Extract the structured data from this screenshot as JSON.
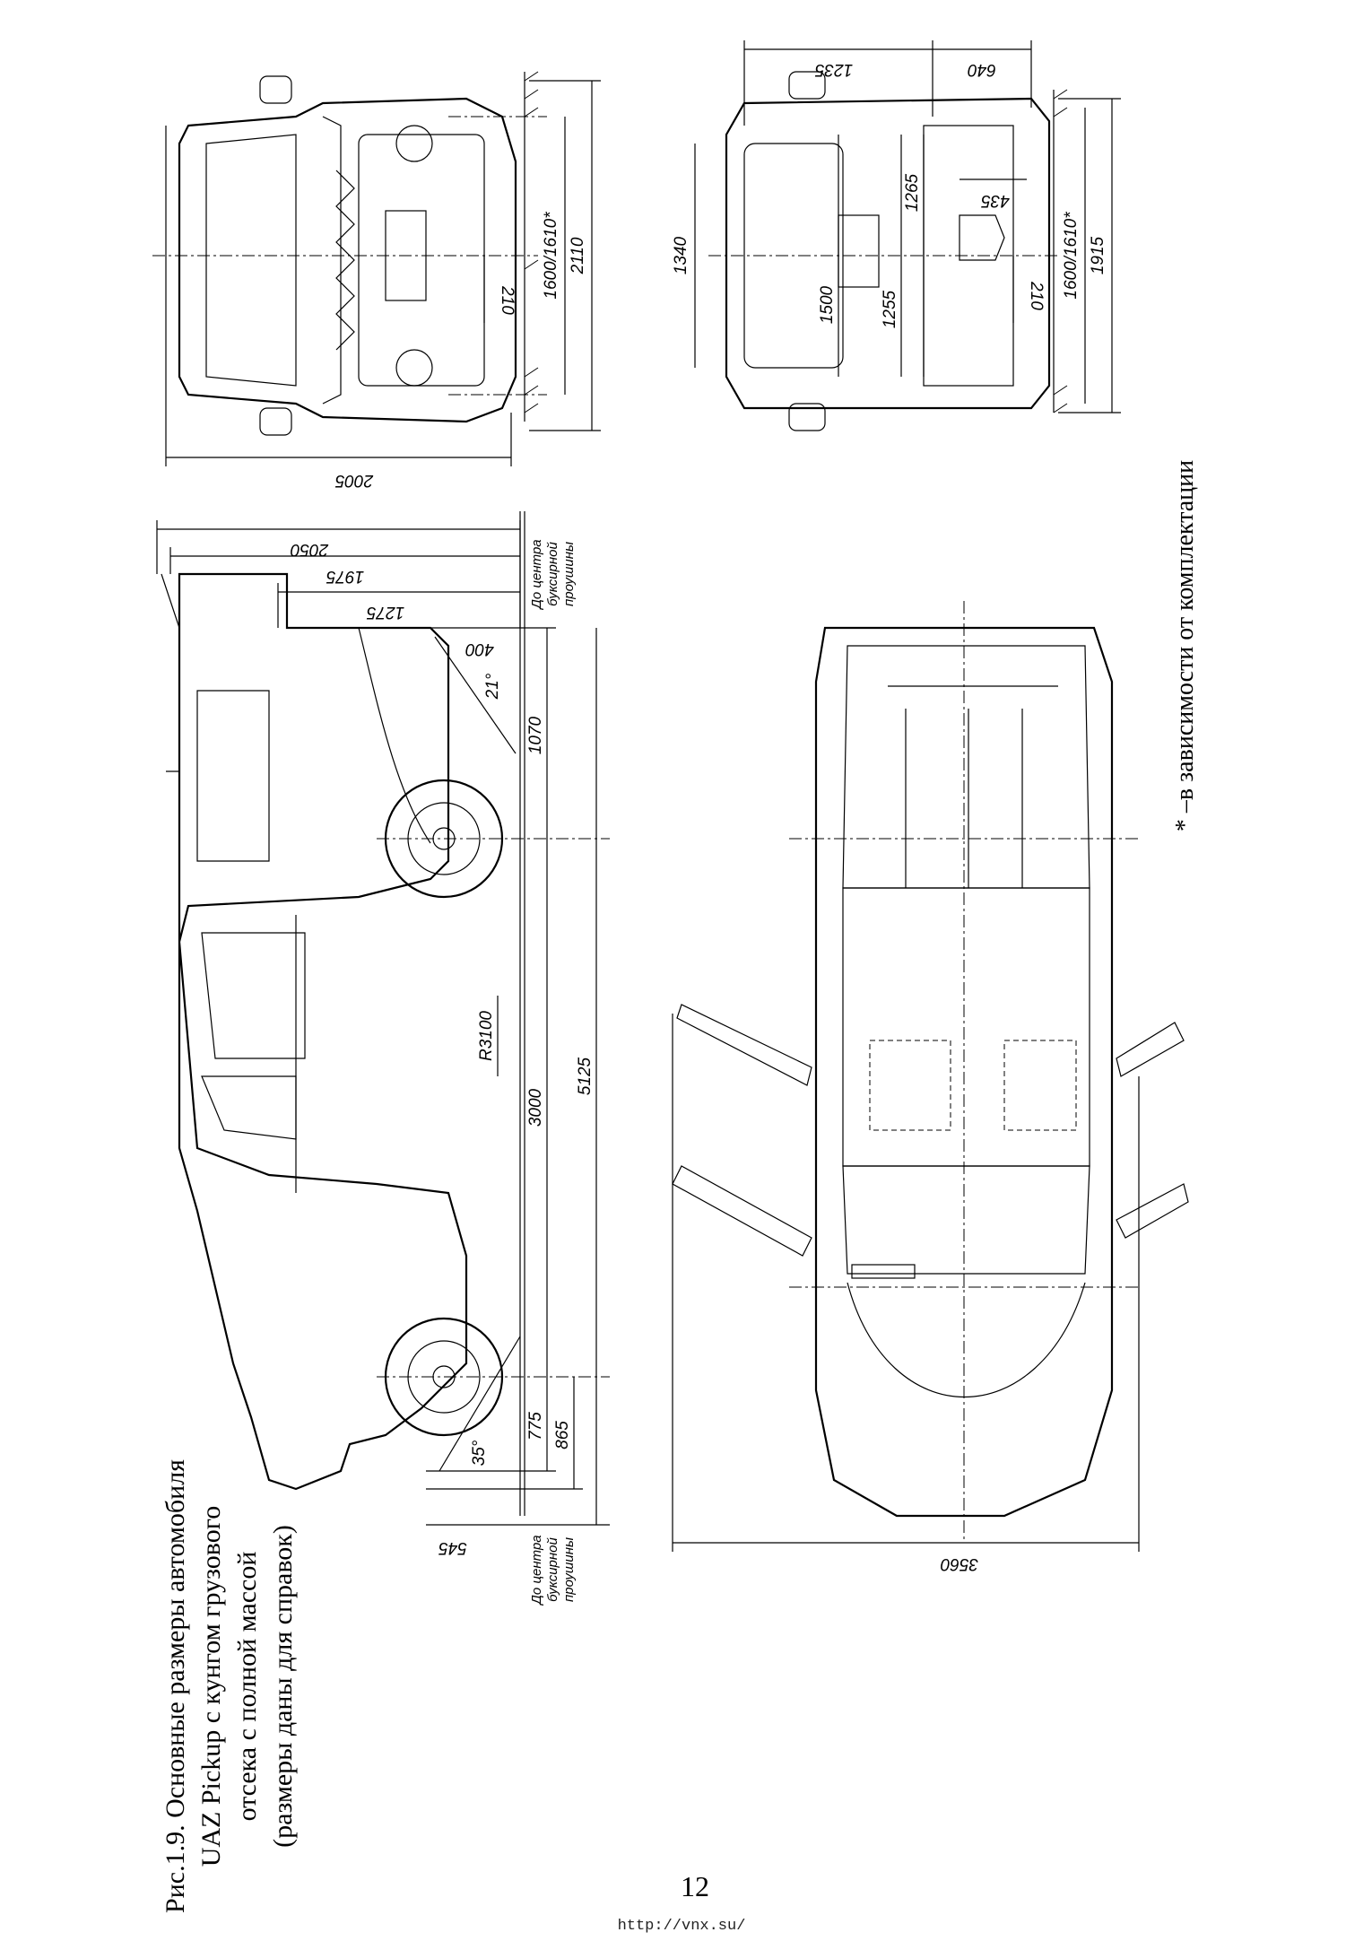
{
  "caption": {
    "line1": "Рис.1.9. Основные размеры автомобиля",
    "line2": "UAZ Pickup с кунгом грузового",
    "line3": "отсека с полной массой",
    "line4": "(размеры даны для справок)"
  },
  "footnote": "* –в зависимости от комплектации",
  "page_number": "12",
  "url": "http://vnx.su/",
  "side_view": {
    "top_dims": [
      "2050",
      "1975",
      "1275"
    ],
    "tow_note_rear": [
      "До центра",
      "буксирной",
      "проушины"
    ],
    "tow_note_front": [
      "До центра",
      "буксирной",
      "проушины"
    ],
    "bottom_dims": [
      "400",
      "1070",
      "3000",
      "775",
      "865",
      "545",
      "5125"
    ],
    "angles": [
      "21°",
      "35°"
    ],
    "radius": "R3100"
  },
  "front_view": {
    "dims": [
      "2005",
      "2110",
      "1600/1610*",
      "210"
    ]
  },
  "rear_view": {
    "dims": [
      "1235",
      "640",
      "1340",
      "1500",
      "1255",
      "1265",
      "435",
      "210",
      "1600/1610*",
      "1915"
    ]
  },
  "top_view": {
    "dims": [
      "3560"
    ]
  }
}
